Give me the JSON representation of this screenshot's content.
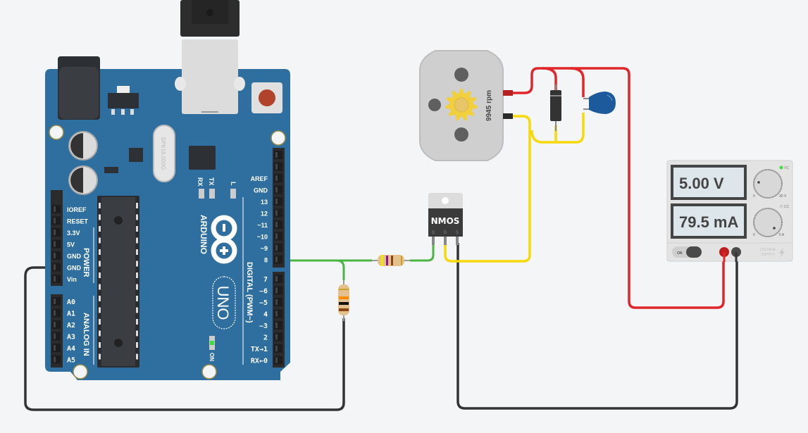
{
  "arduino": {
    "brand": "ARDUINO",
    "model": "UNO",
    "crystal_label": "SPK16.000G",
    "on_label": "ON",
    "led_labels": {
      "rx": "RX",
      "tx": "TX",
      "l": "L"
    },
    "power_header_title": "POWER",
    "analog_header_title": "ANALOG IN",
    "digital_header_title": "DIGITAL (PWM~)",
    "power_pins": [
      "IOREF",
      "RESET",
      "3.3V",
      "5V",
      "GND",
      "GND",
      "Vin"
    ],
    "analog_pins": [
      "A0",
      "A1",
      "A2",
      "A3",
      "A4",
      "A5"
    ],
    "digital_pins_top": [
      "",
      "",
      "AREF",
      "GND",
      "13",
      "12",
      "~11",
      "~10",
      "~9",
      "8"
    ],
    "digital_pins_bottom": [
      "7",
      "~6",
      "~5",
      "4",
      "~3",
      "2",
      "TX→1",
      "RX←0"
    ]
  },
  "motor": {
    "rpm_text": "9945 rpm"
  },
  "transistor": {
    "label": "NMOS",
    "pins": [
      "G",
      "D",
      "S"
    ]
  },
  "power_supply": {
    "voltage_display": "5.00 V",
    "current_display": "79.5 mA",
    "voltage_knob_min": "0",
    "voltage_knob_max": "30 V",
    "current_knob_min": "0",
    "current_knob_max": "5 A",
    "cv_label": "VC",
    "cc_label": "CC",
    "on_label": "ON",
    "brand_line1": "VOLTAGE",
    "brand_line2": "SUPPLY"
  },
  "colors": {
    "board": "#2f6f9f",
    "wire_red": "#e0262a",
    "wire_yellow": "#f5d90a",
    "wire_green": "#4bb543",
    "wire_black": "#333333",
    "cap_blue": "#1c5a9c",
    "led_green": "#3dde3d"
  }
}
